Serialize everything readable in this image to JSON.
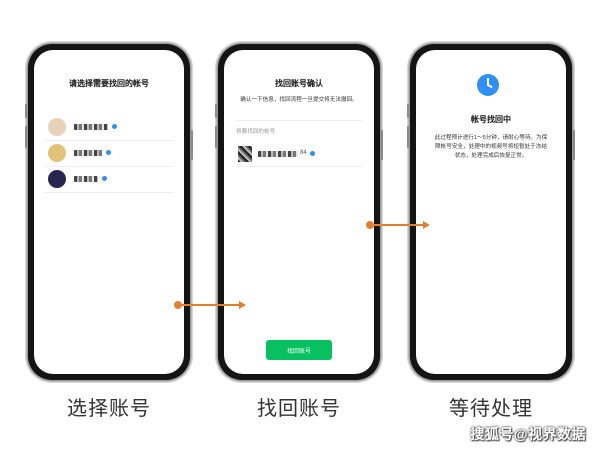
{
  "steps": [
    {
      "caption": "选择账号",
      "screen_title": "请选择需要找回的帐号",
      "accounts": [
        {
          "avatar_color": "#e9d3b8"
        },
        {
          "avatar_color": "#e3c37a"
        },
        {
          "avatar_color": "#2a2550"
        }
      ]
    },
    {
      "caption": "找回账号",
      "screen_title": "找回账号确认",
      "subtitle": "确认一下信息，找回流程一旦提交将无法撤回。",
      "section_label": "将要找回的帐号",
      "account_suffix": "84",
      "button_label": "找回账号"
    },
    {
      "caption": "等待处理",
      "screen_title": "帐号找回中",
      "message": "此过程预计进行1～5分钟，请耐心等待。为保障帐号安全，处理中的视频号将短暂处于冻结状态，处理完成后恢复正常。"
    }
  ],
  "watermark": "搜狐号@视界数据",
  "colors": {
    "accent_orange": "#e2802f",
    "wechat_green": "#07c160",
    "verify_blue": "#2f8ff5"
  }
}
